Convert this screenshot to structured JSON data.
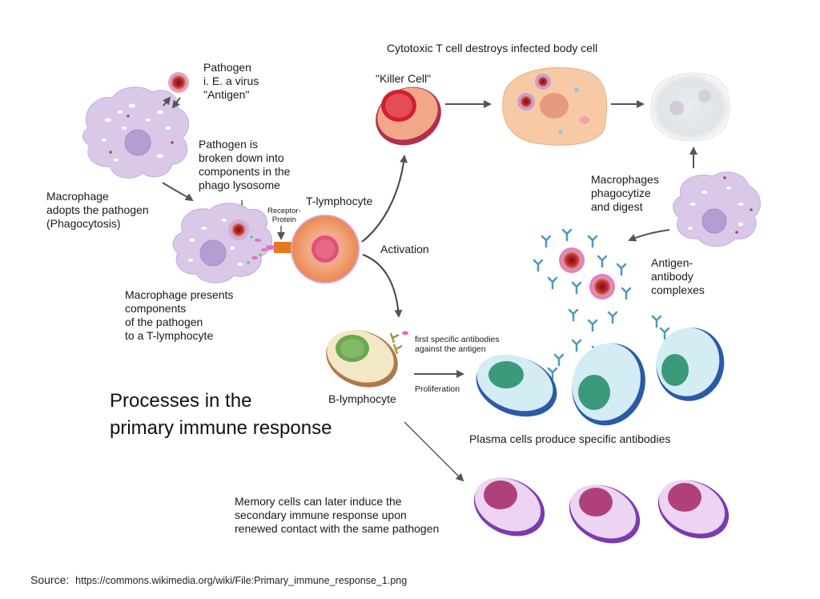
{
  "diagram": {
    "title": "Processes in the\nprimary immune response",
    "labels": {
      "pathogen": "Pathogen\ni. E. a virus\n\"Antigen\"",
      "macrophage_adopts": "Macrophage\nadopts the pathogen\n      (Phagocytosis)",
      "pathogen_broken": "Pathogen is\nbroken down into\ncomponents in the\nphago lysosome",
      "receptor_protein": "Receptor-\nProtein",
      "t_lymphocyte": "T-lymphocyte",
      "macrophage_presents": "Macrophage presents\ncomponents\nof the pathogen\nto a T-lymphocyte",
      "activation": "Activation",
      "cytotoxic_heading": "Cytotoxic T cell destroys infected body cell",
      "killer_cell": "\"Killer Cell\"",
      "macrophages_phagocytize": "Macrophages\nphagocytize\nand digest",
      "antigen_antibody": "Antigen-\nantibody\ncomplexes",
      "first_antibodies": "first specific antibodies\nagainst the antigen",
      "proliferation": "Proliferation",
      "b_lymphocyte": "B-lymphocyte",
      "plasma_cells": "Plasma cells produce specific antibodies",
      "memory_cells": "Memory cells can later induce the\nsecondary immune response upon\nrenewed contact with the same pathogen"
    },
    "colors": {
      "macrophage": "#d9c8e8",
      "macrophage_nucleus": "#b59dd3",
      "t_cell": "#f0a070",
      "killer_cell": "#e8605a",
      "infected_cell": "#f5c8a0",
      "b_cell": "#f2e6c2",
      "b_nucleus": "#6aa84f",
      "plasma_cell": "#cfe9f2",
      "plasma_nucleus": "#3a9a7a",
      "memory_cell": "#e3c6ec",
      "memory_nucleus": "#b0407a",
      "virus": "#b0202a",
      "antibody": "#4a9ab8",
      "arrow": "#555555"
    }
  },
  "source": {
    "label": "Source:",
    "url": "https://commons.wikimedia.org/wiki/File:Primary_immune_response_1.png"
  }
}
